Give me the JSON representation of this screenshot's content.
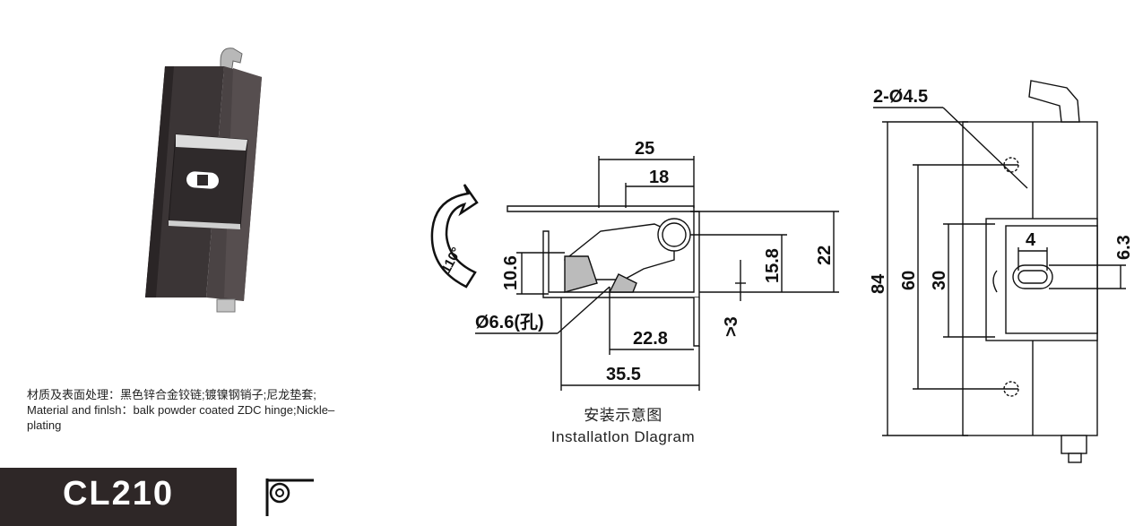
{
  "spec": {
    "line_cn": "材质及表面处理：黑色锌合金铰链;镀镍钢销子;尼龙垫套;",
    "line_en1": "Material and finlsh：balk powder coated ZDC hinge;Nickle–",
    "line_en2": "plating"
  },
  "install": {
    "caption_cn": "安装示意图",
    "caption_en": "Installatlon Dlagram",
    "dims": {
      "d25": "25",
      "d18": "18",
      "d22": "22",
      "d15_8": "15.8",
      "d10_6": "10.6",
      "d3": ">3",
      "d22_8": "22.8",
      "d35_5": "35.5",
      "hole": "Ø6.6(孔)",
      "angle": "110°"
    }
  },
  "front": {
    "dims": {
      "holes": "2-Ø4.5",
      "d84": "84",
      "d60": "60",
      "d30": "30",
      "d4": "4",
      "d6_3": "6.3"
    }
  },
  "model": {
    "code": "CL210"
  },
  "icons": {
    "mount": "hinge-mount-icon"
  },
  "colors": {
    "model_bg": "#2e2727",
    "hinge_body": "#3b3536",
    "line": "#111111"
  }
}
